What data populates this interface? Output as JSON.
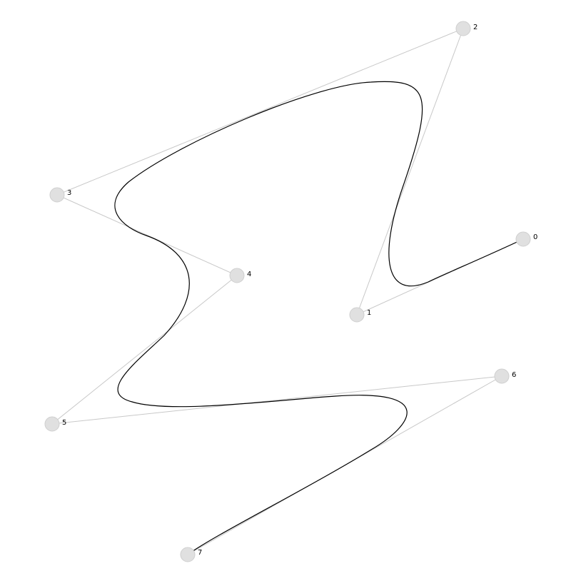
{
  "control_points": [
    {
      "label": "0"
    },
    {
      "label": "1"
    },
    {
      "label": "2"
    },
    {
      "label": "3"
    },
    {
      "label": "4"
    },
    {
      "label": "5"
    },
    {
      "label": "6"
    },
    {
      "label": "7"
    }
  ],
  "colors": {
    "curve": "#000000",
    "control_polygon": "#c8c8c8",
    "handle_fill": "#e0e0e0"
  }
}
